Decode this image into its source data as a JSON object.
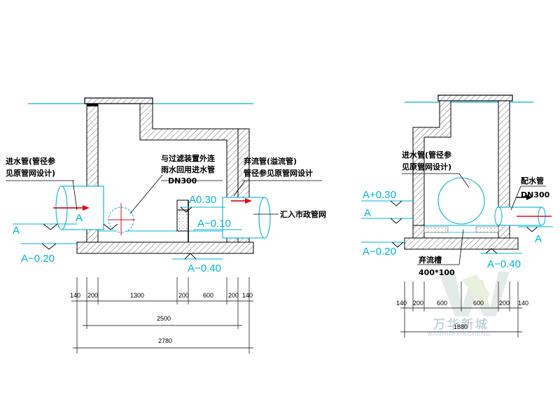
{
  "left_section": {
    "labels": {
      "inlet_pipe": [
        "进水管(管径参",
        "见原管网设计)"
      ],
      "filter_pipe": [
        "与过滤装置外连",
        "雨水回用进水管"
      ],
      "filter_dn": "DN300",
      "overflow_pipe": [
        "弃流管(溢流管)",
        "管径参见原管网设计"
      ],
      "municipal": "汇入市政管网"
    },
    "levels": {
      "a": "A",
      "a_inner": "A",
      "a_minus_020": "A−0.20",
      "a_030": "A0.30",
      "a_minus_010": "A−0.10",
      "a_minus_040": "A−0.40"
    },
    "dims_row1": [
      "140",
      "200",
      "1300",
      "200",
      "600",
      "200",
      "140"
    ],
    "dim_total_1": "2500",
    "dim_total_2": "2780"
  },
  "right_section": {
    "labels": {
      "inlet_pipe": [
        "进水管(管径参",
        "见原管网设计)"
      ],
      "distribution_pipe": "配水管",
      "distribution_dn": "DN300",
      "trough": "弃流槽",
      "trough_size": "400*100"
    },
    "levels": {
      "a_plus_030": "A+0.30",
      "a": "A",
      "a_minus_020": "A−0.20",
      "a_minus_040": "A−0.40",
      "a_right": "A"
    },
    "dims_row1": [
      "140",
      "200",
      "600",
      "600",
      "200",
      "140"
    ],
    "dim_total": "1880"
  },
  "watermark": {
    "brand": "万华新城",
    "romanized": "WANHUAXINCHENG"
  },
  "colors": {
    "cyan": "#00b4d8",
    "red": "#e0101a",
    "hatch": "#555555",
    "line": "#000000"
  }
}
